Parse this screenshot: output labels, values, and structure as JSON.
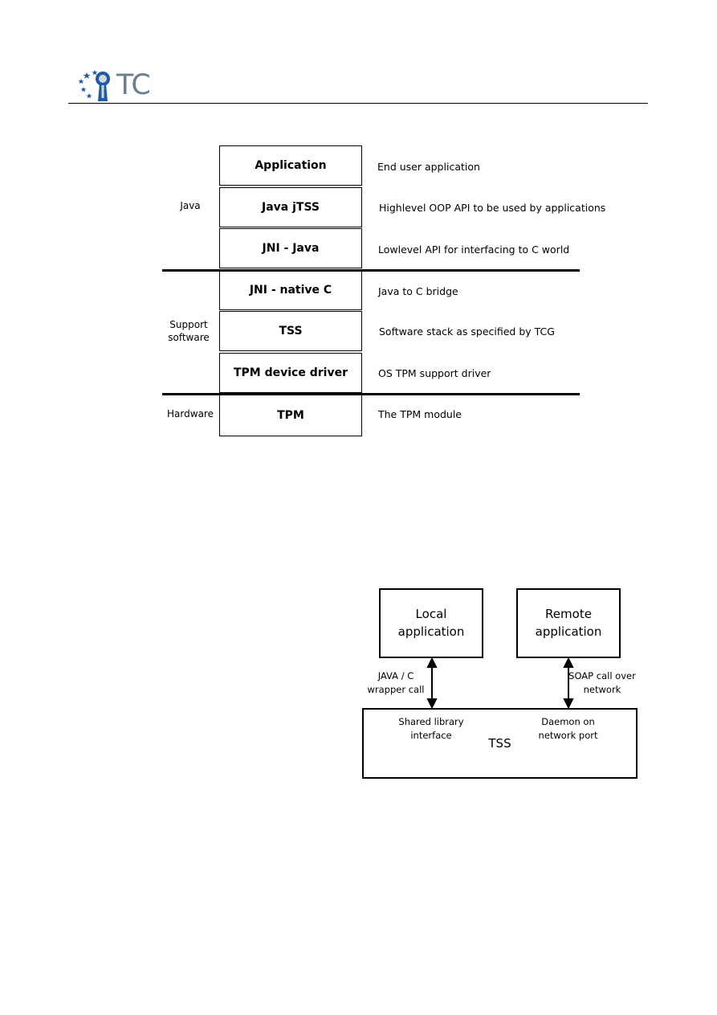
{
  "header": {
    "logo_text": "TC"
  },
  "stack_diagram": {
    "layers": [
      {
        "label": "Application",
        "description": "End user application"
      },
      {
        "label": "Java jTSS",
        "description": "Highlevel OOP API to be used by applications"
      },
      {
        "label": "JNI - Java",
        "description": "Lowlevel API for interfacing to C world"
      },
      {
        "label": "JNI - native C",
        "description": "Java to C bridge"
      },
      {
        "label": "TSS",
        "description": "Software stack as specified by TCG"
      },
      {
        "label": "TPM device driver",
        "description": "OS TPM support driver"
      },
      {
        "label": "TPM",
        "description": "The TPM module"
      }
    ],
    "groups": [
      {
        "label": "Java"
      },
      {
        "label": "Support software"
      },
      {
        "label": "Hardware"
      }
    ]
  },
  "tss_diagram": {
    "local_app": "Local application",
    "remote_app": "Remote application",
    "local_arrow_label": "JAVA / C wrapper call",
    "remote_arrow_label": "SOAP call over network",
    "tss_label": "TSS",
    "shared_lib_label": "Shared library interface",
    "daemon_label": "Daemon on network port"
  }
}
